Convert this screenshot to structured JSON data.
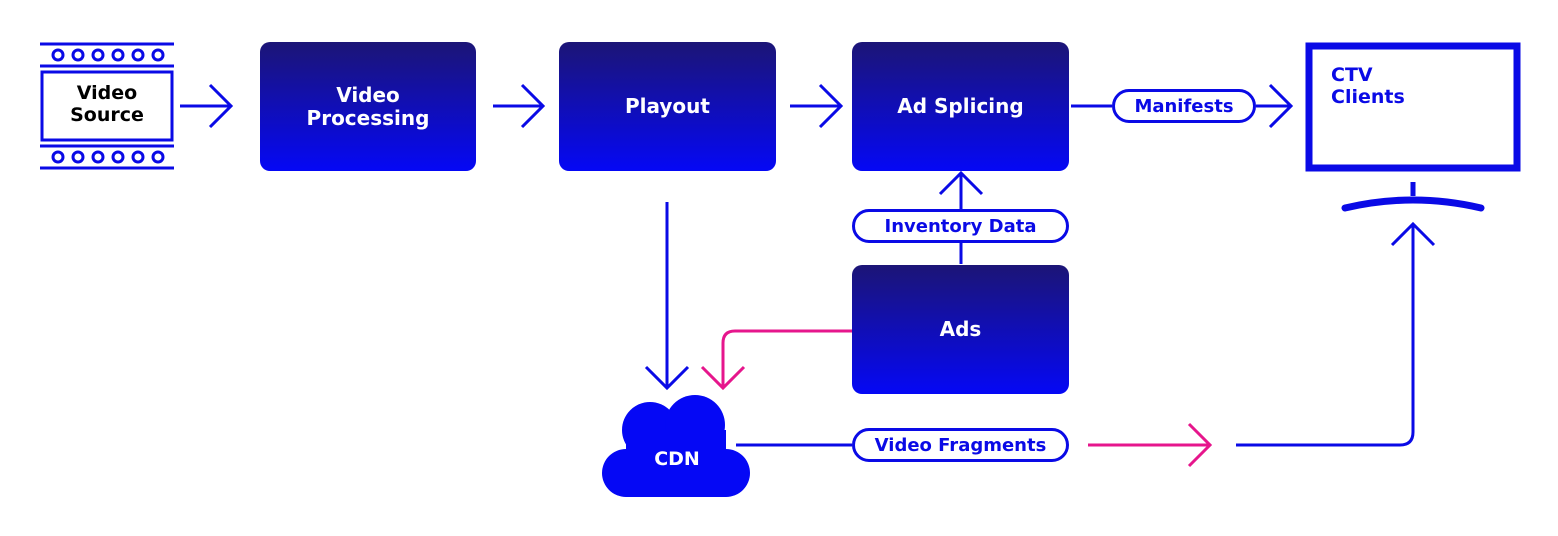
{
  "colors": {
    "primary": "#0a0ae6",
    "box_top": "#1c1576",
    "box_bottom": "#0508f5",
    "accent": "#e6168c"
  },
  "nodes": {
    "video_source": "Video\nSource",
    "video_processing": "Video\nProcessing",
    "playout": "Playout",
    "ad_splicing": "Ad Splicing",
    "ads": "Ads",
    "cdn": "CDN",
    "ctv_clients": "CTV\nClients"
  },
  "edge_labels": {
    "manifests": "Manifests",
    "inventory_data": "Inventory Data",
    "video_fragments": "Video Fragments"
  },
  "icons": [
    "film-strip-icon",
    "cloud-icon",
    "tv-icon"
  ]
}
